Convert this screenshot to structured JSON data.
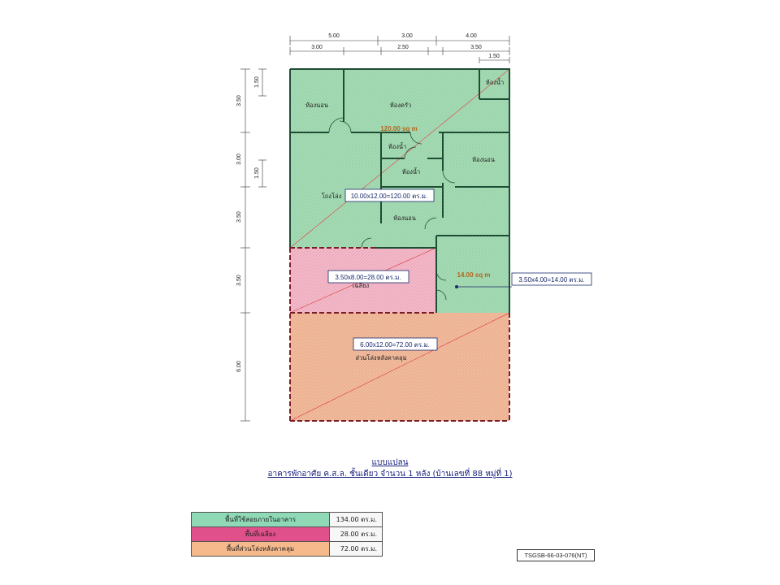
{
  "dimensions": {
    "top": [
      "5.00",
      "3.00",
      "4.00"
    ],
    "top_sub": [
      "3.00",
      "2.50",
      "3.50",
      "1.50"
    ],
    "left": [
      "3.50",
      "3.00",
      "3.50",
      "3.50",
      "6.00"
    ],
    "left_sub": [
      "1.50",
      "1.50"
    ]
  },
  "rooms": {
    "bedroom_1": "ห้องนอน",
    "kitchen": "ห้องครัว",
    "bathroom_top": "ห้องน้ำ",
    "bathroom_mid": "ห้องน้ำ",
    "bathroom_center": "ห้องน้ำ",
    "bedroom_2": "ห้องนอน",
    "living": "โถงโล่ง",
    "bedroom_3": "ห้องนอน",
    "porch": "เฉลียง",
    "rear_yard": "ส่วนโล่งหลังคาคลุม"
  },
  "area_labels": {
    "main_sqm": "120.00 sq m",
    "main_calc": "10.00x12.00=120.00 ตร.ม.",
    "porch_calc": "3.50x8.00=28.00 ตร.ม.",
    "annex_sqm": "14.00 sq m",
    "annex_calc": "3.50x4.00=14.00 ตร.ม.",
    "rear_calc": "6.00x12.00=72.00 ตร.ม."
  },
  "caption": {
    "title": "แบบแปลน",
    "subtitle": "อาคารพักอาศัย ค.ส.ล. ชั้นเดียว จำนวน 1 หลัง (บ้านเลขที่ 88 หมู่ที่ 1)"
  },
  "summary": [
    {
      "label": "พื้นที่ใช้สอยภายในอาคาร",
      "value": "134.00 ตร.ม.",
      "color": "#8fd9b6"
    },
    {
      "label": "พื้นที่เฉลียง",
      "value": "28.00 ตร.ม.",
      "color": "#e0508a"
    },
    {
      "label": "พื้นที่ส่วนโล่งหลังคาคลุม",
      "value": "72.00 ตร.ม.",
      "color": "#f5b98c"
    }
  ],
  "drawing_code": "TSGSB-66-03-076(NT)",
  "colors": {
    "interior": "#a5dbb4",
    "porch": "#f3b9c9",
    "rear": "#f2bb9c",
    "wall": "#1f4d33"
  }
}
